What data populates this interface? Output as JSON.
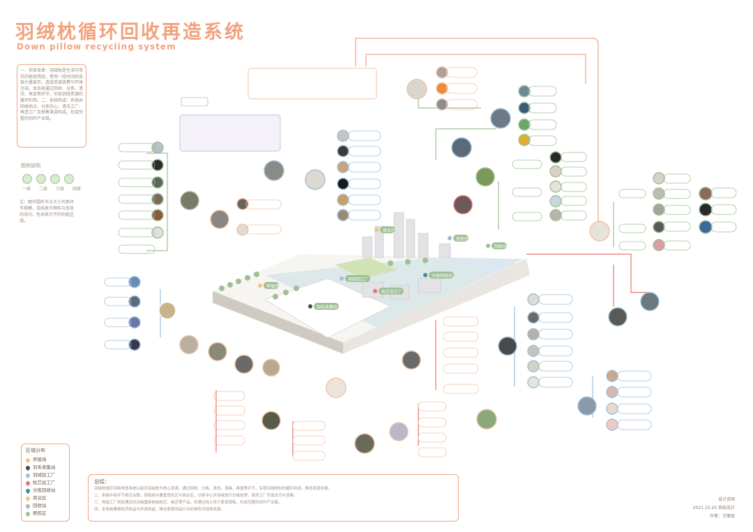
{
  "title": "羽绒枕循环回收再造系统",
  "subtitle": "Down pillow recycling system",
  "intro_text": "一、项目背景：羽绒枕是生活中常见的家居用品，使用一段时间后会被大量废弃，造成资源浪费与环境污染。本系统通过回收、分拣、清洗、再造等环节，实现羽绒资源的循环利用。二、系统构成：系统由回收网点、分拣中心、清洗工厂、再造工厂及销售渠道构成，形成完整的闭环产业链。",
  "legend": {
    "title": "图例说明",
    "labels": [
      "一级",
      "二级",
      "三级",
      "四级"
    ]
  },
  "note_text": "注：图中圆形节点大小代表环节规模，连线表示物料与信息的流向，色块表示不同功能区域。",
  "district": {
    "title": "区域分布",
    "items": [
      {
        "label": "养殖场",
        "color": "#f1c27d"
      },
      {
        "label": "羽毛收集站",
        "color": "#4a4a4a"
      },
      {
        "label": "羽绒加工厂",
        "color": "#9fbfd8"
      },
      {
        "label": "枕芯加工厂",
        "color": "#e8736b"
      },
      {
        "label": "分拣回收站",
        "color": "#3c8a9a"
      },
      {
        "label": "商业区",
        "color": "#f1c27d"
      },
      {
        "label": "回收站",
        "color": "#a0b8d0"
      },
      {
        "label": "居民区",
        "color": "#9fbf95"
      }
    ]
  },
  "summary": {
    "title": "总结：",
    "lines": [
      "羽绒枕循环回收再造系统以废旧羽绒枕为核心资源，通过回收、分拣、清洗、消毒、再造等环节，实现羽绒材料的循环利用，降低资源浪费。",
      "二、系统中各环节相互关联，回收网点覆盖居民区与商业区，分拣中心对羽绒进行分级处理，清洗工厂完成去污与消毒。",
      "三、再造工厂将处理后的羽绒重新制成枕芯、被芯等产品，并通过线上线下渠道销售，形成完整的闭环产业链。",
      "四、本系统兼顾经济效益与环境效益，推动家居用品行业的绿色可持续发展。"
    ]
  },
  "footer": {
    "lines": [
      "设计说明",
      "2021.10.20 系统设计",
      "作者：方案组"
    ]
  },
  "map_labels": {
    "commercial": "商业区",
    "residential": "居民区",
    "recycle_station": "回收站",
    "farm": "养殖场",
    "down_factory": "羽绒加工厂",
    "pillow_factory": "枕芯加工厂",
    "feather_station": "羽毛收集站",
    "sort_station": "分拣回收站"
  },
  "colors": {
    "accent": "#f1a27d",
    "green": "#9fbf95",
    "blue": "#9fbfd8",
    "grey": "#4a4a4a"
  }
}
